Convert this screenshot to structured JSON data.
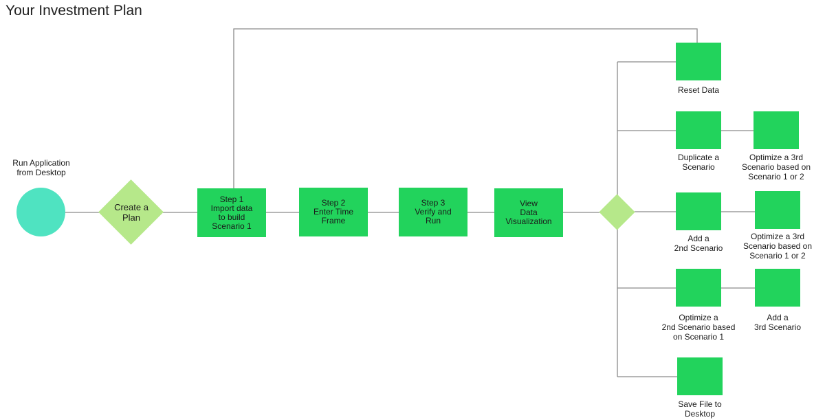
{
  "title": "Your Investment Plan",
  "colors": {
    "step_box": "#22d35c",
    "start_circle": "#4fe3c1",
    "decision_diamond": "#b6e88a",
    "connector": "#8a8a8a"
  },
  "start": {
    "label": "Run Application\nfrom Desktop"
  },
  "create_plan": {
    "label": "Create a\nPlan"
  },
  "steps": {
    "step1": "Step 1\nImport data\nto build\nScenario 1",
    "step2": "Step 2\nEnter Time\nFrame",
    "step3": "Step 3\nVerify and\nRun",
    "view": "View\nData\nVisualization"
  },
  "branches": {
    "reset": "Reset Data",
    "duplicate": "Duplicate a\nScenario",
    "optimize_3rd_a": "Optimize a 3rd\nScenario based on\nScenario 1 or 2",
    "add_2nd": "Add a\n2nd Scenario",
    "optimize_3rd_b": "Optimize a 3rd\nScenario based on\nScenario 1 or 2",
    "optimize_2nd": "Optimize a\n2nd Scenario based\non Scenario 1",
    "add_3rd": "Add a\n3rd Scenario",
    "save": "Save File to\nDesktop"
  }
}
